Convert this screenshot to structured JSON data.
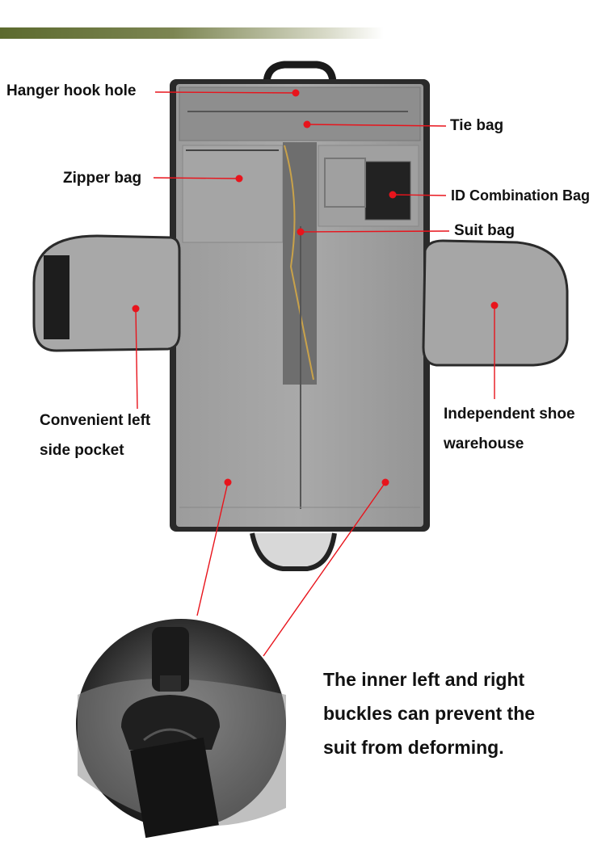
{
  "accent_color": "#e8141c",
  "callouts": {
    "hanger_hook_hole": "Hanger hook hole",
    "tie_bag": "Tie bag",
    "zipper_bag": "Zipper bag",
    "id_combination_bag": "ID Combination Bag",
    "suit_bag": "Suit bag",
    "left_pocket_line1": "Convenient left",
    "left_pocket_line2": "side pocket",
    "shoe_warehouse_line1": "Independent shoe",
    "shoe_warehouse_line2": "warehouse"
  },
  "caption": {
    "line1": "The inner left and right",
    "line2": "buckles can prevent the",
    "line3": "suit from deforming."
  }
}
